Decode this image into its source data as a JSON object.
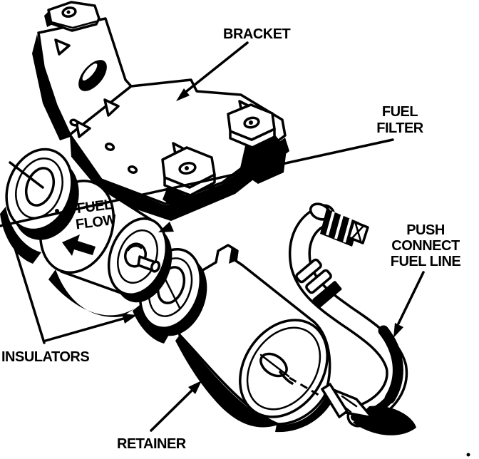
{
  "diagram": {
    "type": "exploded-parts-diagram",
    "subject": "fuel filter assembly",
    "colors": {
      "ink": "#000000",
      "paper": "#ffffff"
    },
    "labels": {
      "bracket": "BRACKET",
      "fuel_filter": [
        "FUEL",
        "FILTER"
      ],
      "push_connect_fuel_line": [
        "PUSH",
        "CONNECT",
        "FUEL LINE"
      ],
      "insulators": "INSULATORS",
      "retainer": "RETAINER",
      "fuel_flow": [
        "FUEL",
        "FLOW"
      ]
    }
  }
}
